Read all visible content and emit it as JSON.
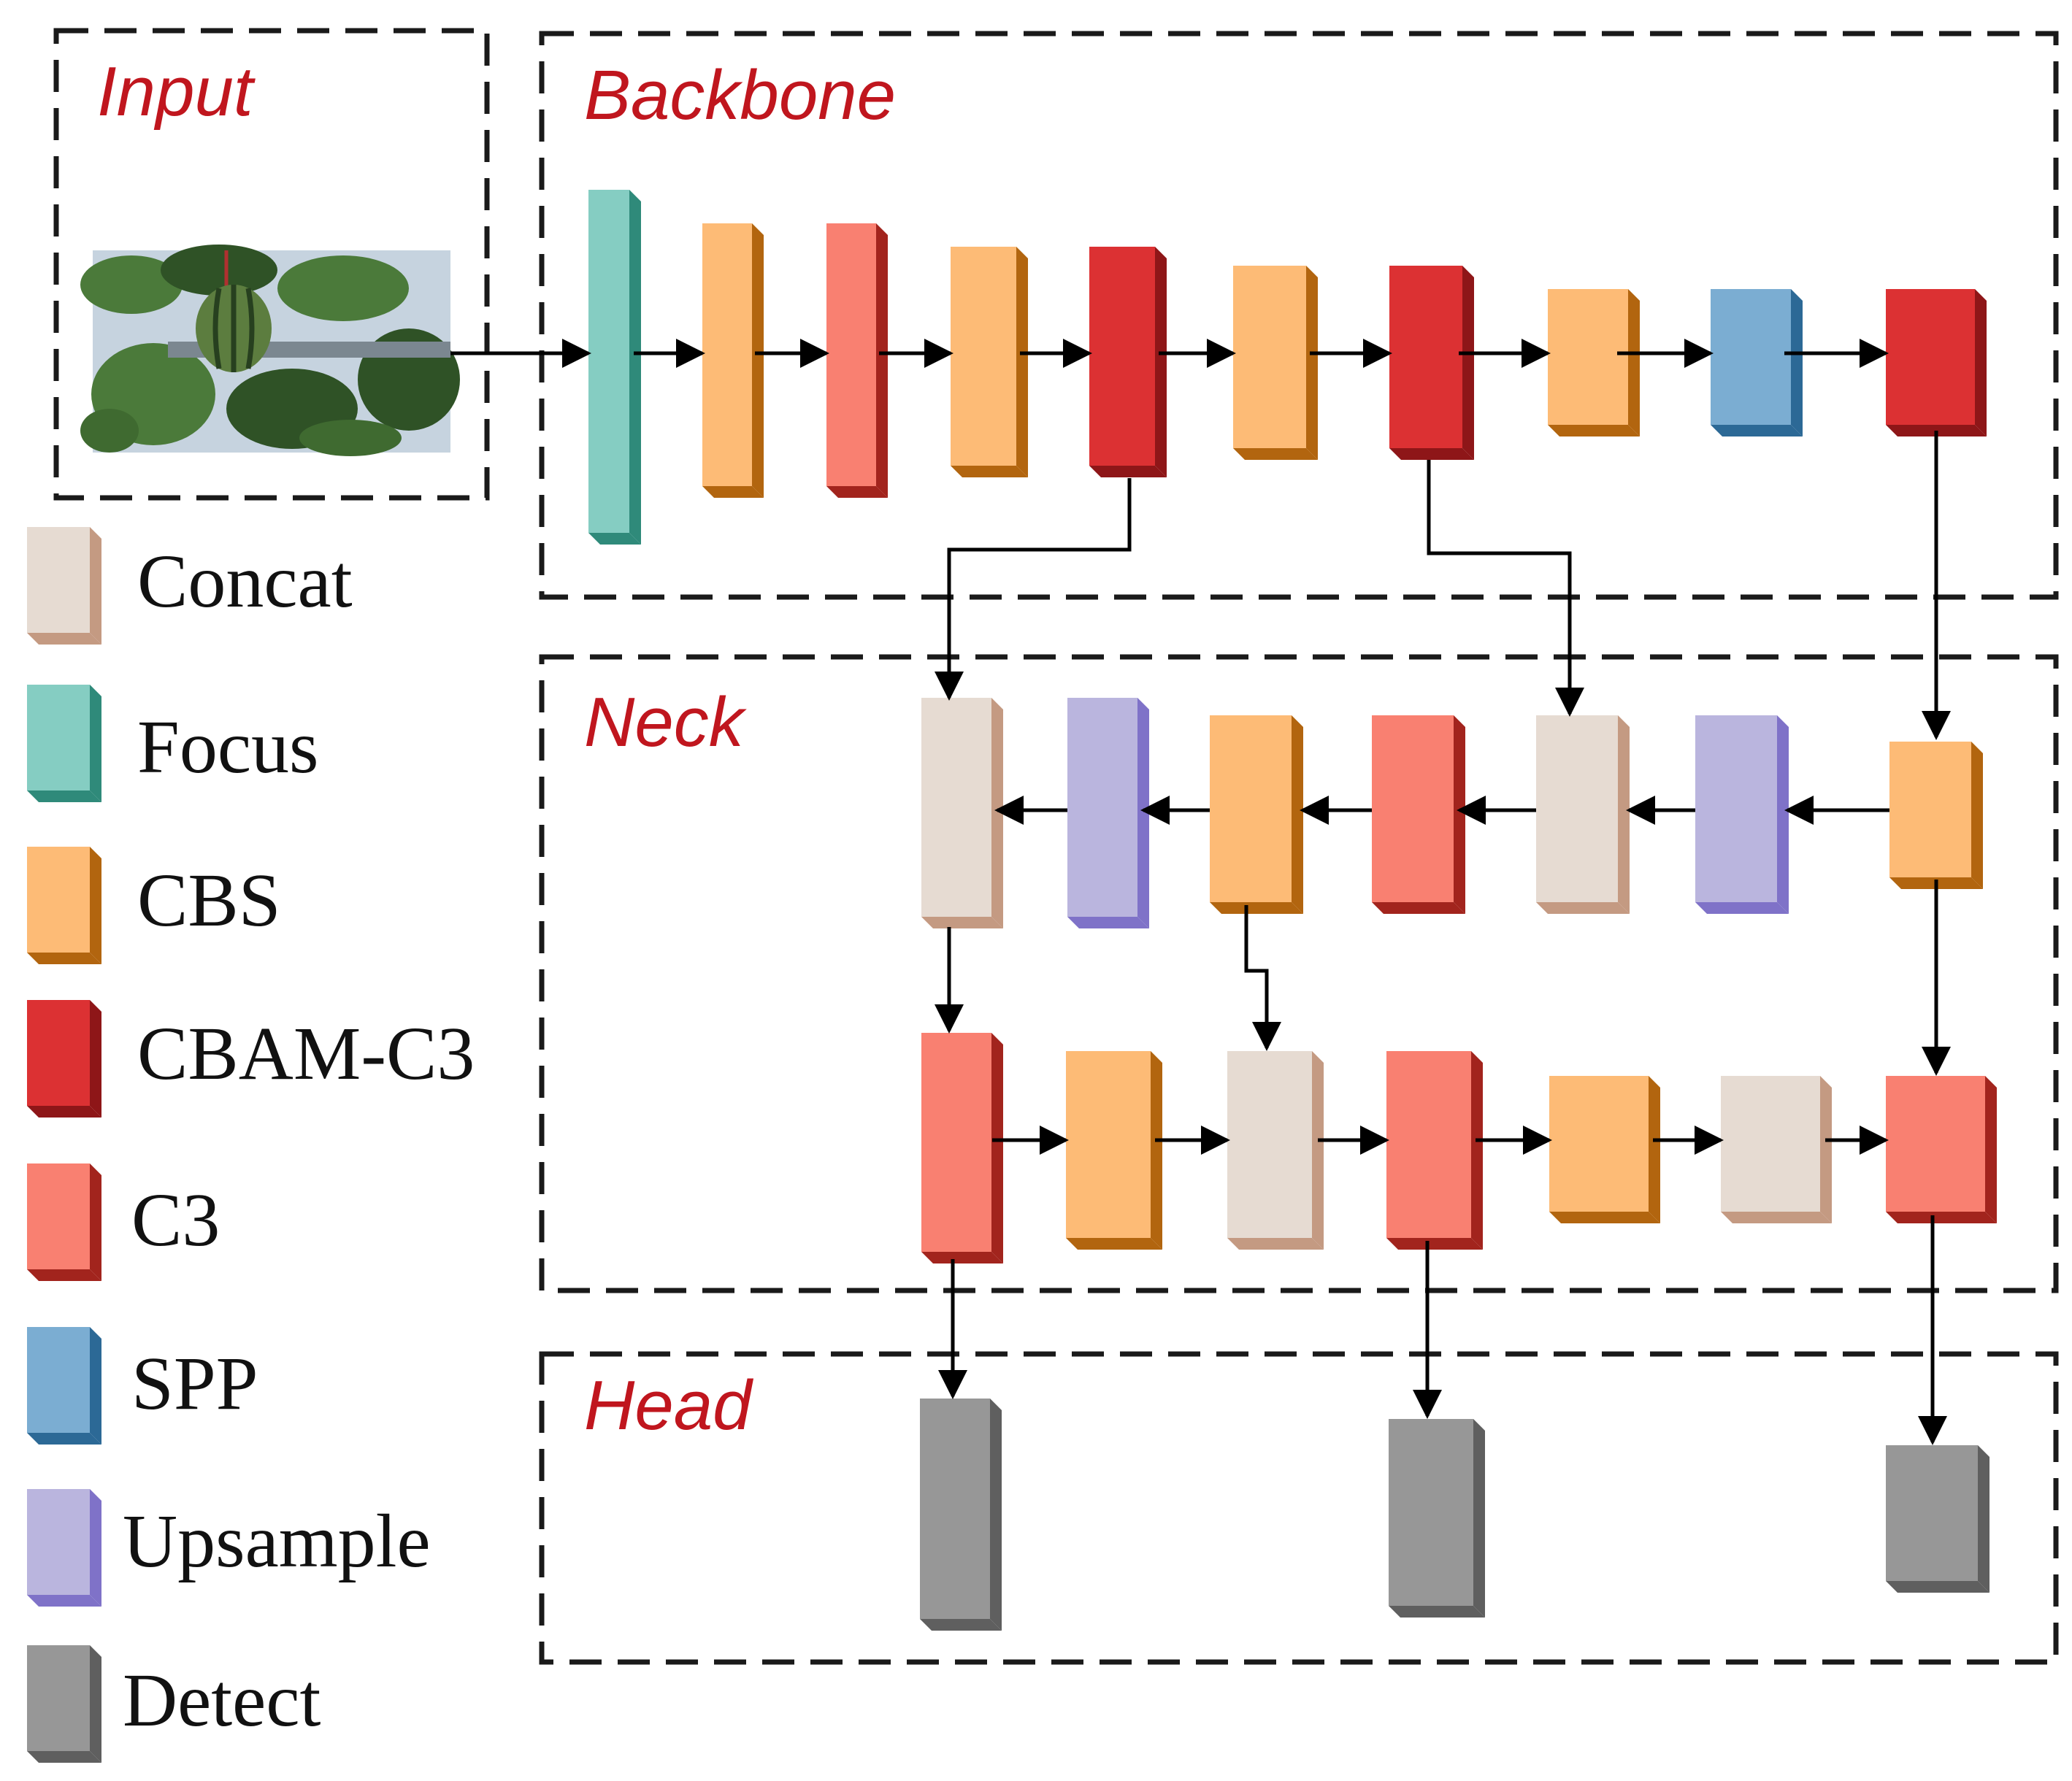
{
  "sections": {
    "input": "Input",
    "backbone": "Backbone",
    "neck": "Neck",
    "head": "Head"
  },
  "legend": [
    {
      "id": "concat",
      "label": "Concat",
      "face": "#e6dbd2",
      "side": "#c49a82",
      "top": "#f3ece6"
    },
    {
      "id": "focus",
      "label": "Focus",
      "face": "#85cdc2",
      "side": "#2f8a7a",
      "top": "#b5e2da"
    },
    {
      "id": "cbs",
      "label": "CBS",
      "face": "#fdbb76",
      "side": "#b2650f",
      "top": "#ffd8a8"
    },
    {
      "id": "cbam-c3",
      "label": "CBAM-C3",
      "face": "#dc3133",
      "side": "#8e1618",
      "top": "#ee7070"
    },
    {
      "id": "c3",
      "label": "C3",
      "face": "#f98071",
      "side": "#a2241d",
      "top": "#fcb0a6"
    },
    {
      "id": "spp",
      "label": "SPP",
      "face": "#7badd2",
      "side": "#2c6996",
      "top": "#a9cbe5"
    },
    {
      "id": "upsample",
      "label": "Upsample",
      "face": "#bab5de",
      "side": "#7f72c8",
      "top": "#d8d4ef"
    },
    {
      "id": "detect",
      "label": "Detect",
      "face": "#979797",
      "side": "#5f5f5f",
      "top": "#c0c0c0"
    }
  ],
  "input_image": {
    "description_icon": "watermelon-photo-icon",
    "colors": {
      "sky": "#c6d3df",
      "leaf": "#4b7a3a",
      "leaf_dark": "#2f5226",
      "melon": "#5c7d3f",
      "stripe": "#27401f",
      "bar": "#7b8790"
    }
  }
}
